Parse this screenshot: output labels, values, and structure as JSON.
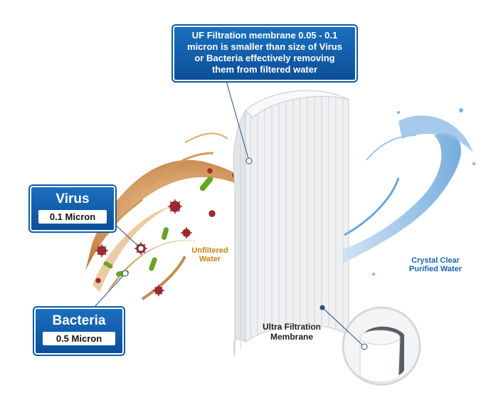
{
  "top_callout": {
    "line1": "UF Filtration membrane 0.05 - 0.1",
    "line2": "micron is smaller than size of Virus",
    "line3": "or Bacteria effectively removing",
    "line4": "them from filtered water"
  },
  "virus": {
    "title": "Virus",
    "size": "0.1 Micron"
  },
  "bacteria": {
    "title": "Bacteria",
    "size": "0.5 Micron"
  },
  "labels": {
    "unfiltered_1": "Unfiltered",
    "unfiltered_2": "Water",
    "clear_1": "Crystal Clear",
    "clear_2": "Purified Water",
    "membrane_1": "Ultra Filtration",
    "membrane_2": "Membrane"
  },
  "colors": {
    "callout_blue": "#0e5aa6",
    "unfiltered_text": "#c98216",
    "clear_text": "#1c62b4",
    "virus": "#9b2b2f",
    "bacteria": "#6aa324"
  }
}
